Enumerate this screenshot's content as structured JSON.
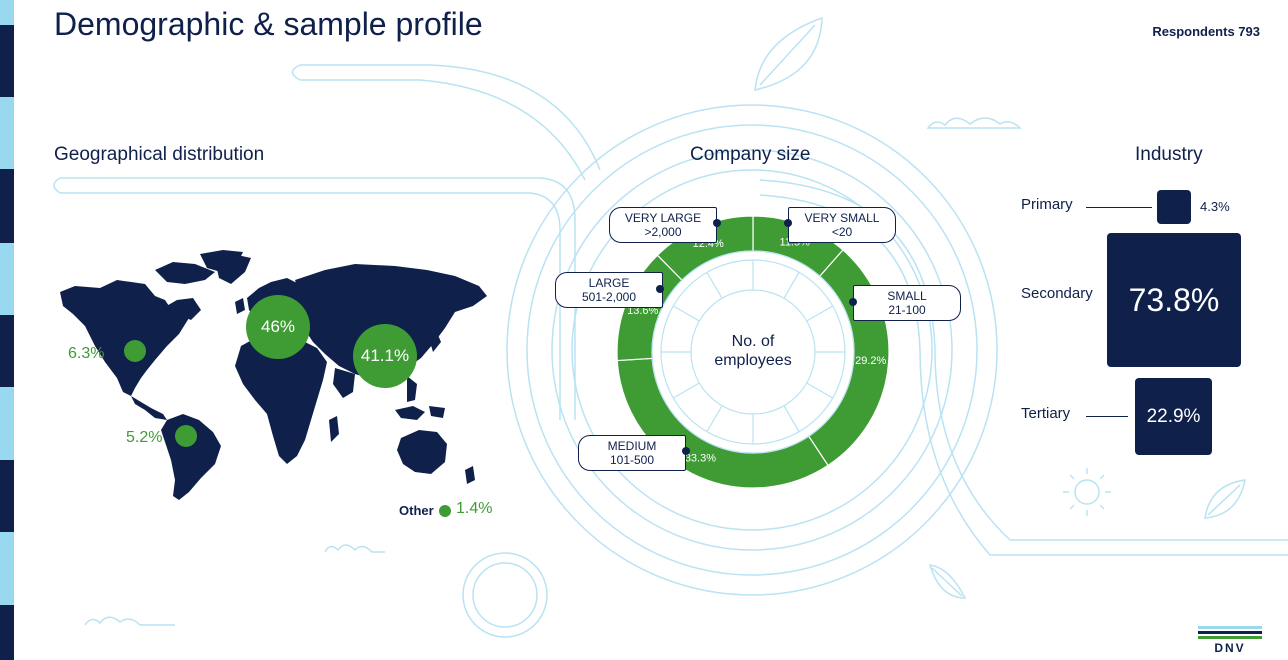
{
  "title": "Demographic & sample profile",
  "respondents": "Respondents 793",
  "geo": {
    "title": "Geographical distribution",
    "regions": [
      {
        "label": "6.3%"
      },
      {
        "label": "5.2%"
      },
      {
        "label": "46%"
      },
      {
        "label": "41.1%"
      }
    ],
    "other_label": "Other",
    "other_value": "1.4%"
  },
  "company": {
    "title": "Company size",
    "center_line1": "No. of",
    "center_line2": "employees",
    "tags": {
      "very_large": {
        "name": "VERY LARGE",
        "range": ">2,000"
      },
      "very_small": {
        "name": "VERY SMALL",
        "range": "<20"
      },
      "large": {
        "name": "LARGE",
        "range": "501-2,000"
      },
      "small": {
        "name": "SMALL",
        "range": "21-100"
      },
      "medium": {
        "name": "MEDIUM",
        "range": "101-500"
      }
    }
  },
  "industry": {
    "title": "Industry",
    "primary_label": "Primary",
    "primary_value": "4.3%",
    "secondary_label": "Secondary",
    "secondary_value": "73.8%",
    "tertiary_label": "Tertiary",
    "tertiary_value": "22.9%"
  },
  "logo": "DNV",
  "colors": {
    "navy": "#0f204b",
    "green": "#3f9c35",
    "light_blue": "#99d9f0"
  },
  "chart_data": [
    {
      "type": "pie",
      "title": "Company size",
      "categories": [
        "VERY SMALL <20",
        "SMALL 21-100",
        "MEDIUM 101-500",
        "LARGE 501-2,000",
        "VERY LARGE >2,000"
      ],
      "values": [
        11.5,
        29.2,
        33.3,
        13.6,
        12.4
      ],
      "value_labels": [
        "11.5%",
        "29.2%",
        "33.3%",
        "13.6%",
        "12.4%"
      ]
    },
    {
      "type": "bar",
      "title": "Industry",
      "categories": [
        "Primary",
        "Secondary",
        "Tertiary"
      ],
      "values": [
        4.3,
        73.8,
        22.9
      ]
    },
    {
      "type": "scatter",
      "title": "Geographical distribution",
      "categories": [
        "North America",
        "South America",
        "Europe",
        "Asia",
        "Other"
      ],
      "values": [
        6.3,
        5.2,
        46,
        41.1,
        1.4
      ]
    }
  ]
}
